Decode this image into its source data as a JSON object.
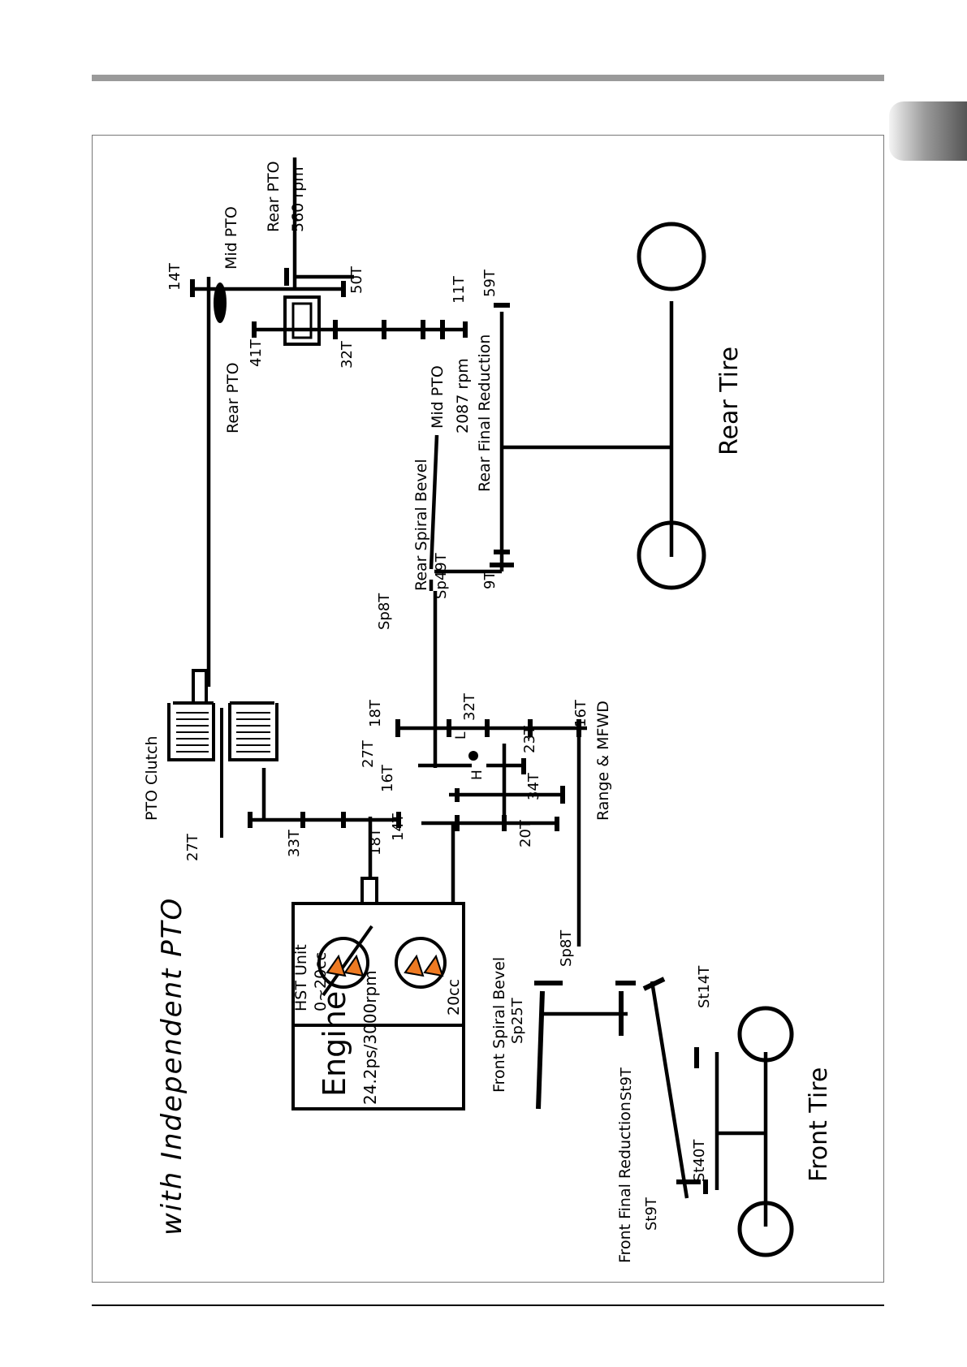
{
  "labels": {
    "title": "with Independent PTO",
    "engine_name": "Engine",
    "engine_spec": "24.2ps/3000rpm",
    "hst_unit": "HST Unit",
    "hst_pump": "0~20cc",
    "hst_motor": "20cc",
    "pto_clutch": "PTO Clutch",
    "rear_pto_top": "Rear PTO",
    "rear_pto_rpm": "560 rpm",
    "mid_pto_top": "Mid PTO",
    "rear_pto_gear": "Rear PTO",
    "mid_pto_name": "Mid PTO",
    "mid_pto_rpm": "2087 rpm",
    "rear_final_reduction": "Rear Final Reduction",
    "rear_spiral_bevel": "Rear Spiral Bevel",
    "range_mfwd": "Range & MFWD",
    "front_spiral_bevel": "Front Spiral Bevel",
    "front_final_reduction": "Front Final Reduction",
    "rear_tire": "Rear Tire",
    "front_tire": "Front Tire",
    "h": "H",
    "l": "L"
  },
  "gears": {
    "t14_top": "14T",
    "t50": "50T",
    "t41": "41T",
    "t32_upper": "32T",
    "t11": "11T",
    "t59": "59T",
    "t9": "9T",
    "sp49": "Sp49T",
    "sp8_upper": "Sp8T",
    "t18_range": "18T",
    "t32_range": "32T",
    "t27_range": "27T",
    "t16_left": "16T",
    "t23": "23T",
    "t16_right": "16T",
    "t34": "34T",
    "t20": "20T",
    "t14_low": "14T",
    "t18_low": "18T",
    "t33": "33T",
    "t27_clutch": "27T",
    "sp8_lower": "Sp8T",
    "sp25": "Sp25T",
    "st9_upper": "St9T",
    "st14": "St14T",
    "st9_lower": "St9T",
    "st40": "St40T"
  }
}
